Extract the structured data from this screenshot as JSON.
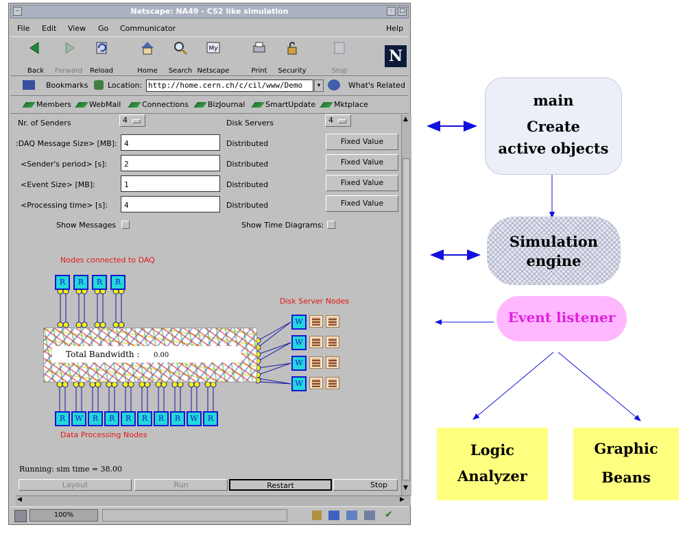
{
  "window": {
    "title": "Netscape: NA49 - CS2 like simulation",
    "menu": [
      "File",
      "Edit",
      "View",
      "Go",
      "Communicator",
      "Help"
    ],
    "toolbar": [
      "Back",
      "Forward",
      "Reload",
      "Home",
      "Search",
      "Netscape",
      "Print",
      "Security",
      "Stop"
    ],
    "location": {
      "bookmarks": "Bookmarks",
      "label": "Location:",
      "url": "http://home.cern.ch/c/cil/www/Demo",
      "related": "What's Related"
    },
    "personal": [
      "Members",
      "WebMail",
      "Connections",
      "BizJournal",
      "SmartUpdate",
      "Mktplace"
    ],
    "status": {
      "zoom": "100%"
    }
  },
  "form": {
    "senders_label": "Nr. of Senders",
    "senders_value": "4",
    "disk_label": "Disk Servers",
    "disk_value": "4",
    "rows": [
      {
        "label": ":DAQ Message Size> [MB]:",
        "value": "4",
        "dist": "Distributed",
        "button": "Fixed Value"
      },
      {
        "label": "<Sender's period> [s]:",
        "value": "2",
        "dist": "Distributed",
        "button": "Fixed Value"
      },
      {
        "label": "<Event Size> [MB]:",
        "value": "1",
        "dist": "Distributed",
        "button": "Fixed Value"
      },
      {
        "label": "<Processing time> [s]:",
        "value": "4",
        "dist": "Distributed",
        "button": "Fixed Value"
      }
    ],
    "show_messages": "Show Messages",
    "show_time_diagrams": "Show Time Diagrams:"
  },
  "sim": {
    "daq_title": "Nodes connected to DAQ",
    "daq_nodes": [
      "R",
      "R",
      "R",
      "R"
    ],
    "disk_title": "Disk Server Nodes",
    "disk_nodes": [
      "W",
      "W",
      "W",
      "W"
    ],
    "bandwidth_label": "Total Bandwidth :",
    "bandwidth_value": "0.00",
    "proc_nodes": [
      "R",
      "W",
      "R",
      "R",
      "R",
      "R",
      "R",
      "R",
      "W",
      "R"
    ],
    "proc_title": "Data Processing Nodes",
    "running": "Running: sim time = 38.00"
  },
  "buttons": {
    "layout": "Layout",
    "run": "Run",
    "restart": "Restart",
    "stop": "Stop"
  },
  "diagram": {
    "main": [
      "main",
      "Create",
      "active objects"
    ],
    "sim": [
      "Simulation",
      "engine"
    ],
    "event": "Event listener",
    "logic": [
      "Logic",
      "Analyzer"
    ],
    "graphic": [
      "Graphic",
      "Beans"
    ],
    "colors": {
      "arrow": "#1010e0",
      "event_text": "#e020e0",
      "box_yellow": "#ffff7f",
      "event_fill": "#ffb8ff"
    }
  }
}
